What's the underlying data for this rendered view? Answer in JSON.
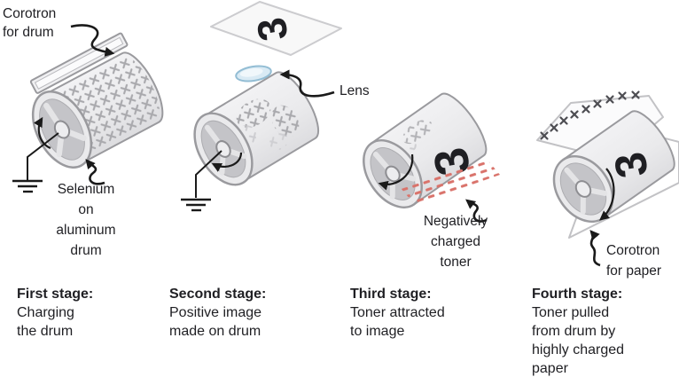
{
  "figure": {
    "digit": "3",
    "colors": {
      "toner": "#e0837d",
      "toner_dash": "#d9726a",
      "toner_strong": "#d8544b",
      "toner_faded": "#edb3ae",
      "mark": "#a9a9ad",
      "mark_light": "#c6c6ca",
      "mark_dark": "#4d4d52",
      "lens_fill": "#d9eaf4",
      "ink": "#1a1a1a"
    },
    "labels": {
      "corotron_drum": [
        "Corotron",
        "for drum"
      ],
      "selenium": [
        "Selenium",
        "on",
        "aluminum",
        "drum"
      ],
      "lens": "Lens",
      "negative_toner": [
        "Negatively",
        "charged",
        "toner"
      ],
      "corotron_paper": [
        "Corotron",
        "for paper"
      ]
    },
    "stages": [
      {
        "title": "First stage:",
        "lines": [
          "Charging",
          "the drum"
        ]
      },
      {
        "title": "Second stage:",
        "lines": [
          "Positive image",
          "made on drum"
        ]
      },
      {
        "title": "Third stage:",
        "lines": [
          "Toner attracted",
          "to image"
        ]
      },
      {
        "title": "Fourth stage:",
        "lines": [
          "Toner pulled",
          "from drum by",
          "highly charged",
          "paper"
        ]
      }
    ]
  }
}
